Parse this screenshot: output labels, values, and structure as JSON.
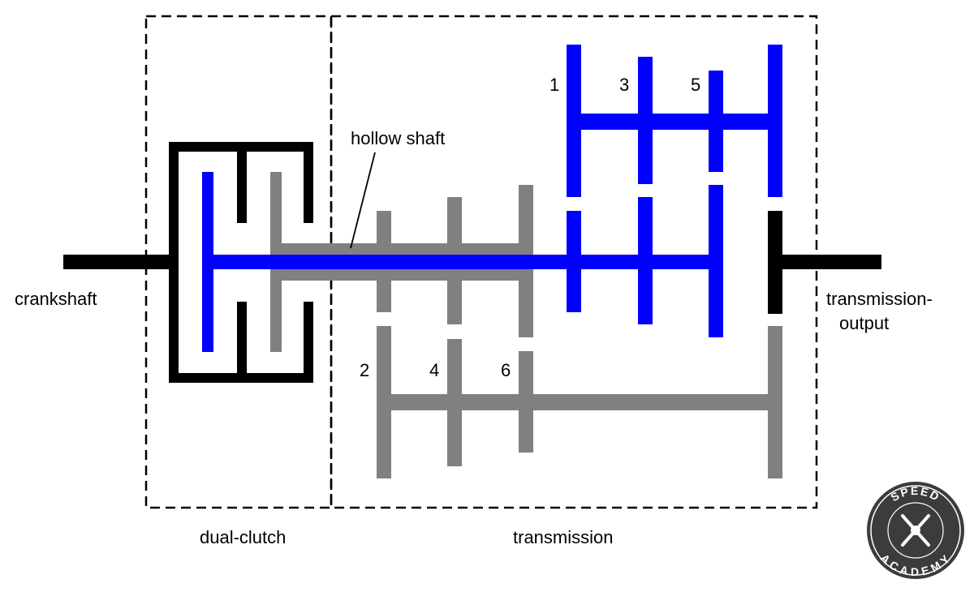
{
  "labels": {
    "hollow_shaft": "hollow shaft",
    "crankshaft": "crankshaft",
    "output_line1": "transmission-",
    "output_line2": "output",
    "dual_clutch": "dual-clutch",
    "transmission": "transmission"
  },
  "gears": {
    "odd": [
      "1",
      "3",
      "5"
    ],
    "even": [
      "2",
      "4",
      "6"
    ]
  },
  "logo": {
    "top": "SPEED",
    "bottom": "ACADEMY"
  },
  "colors": {
    "odd_shaft": "#0000ff",
    "even_shaft": "#808080",
    "housing": "#000000"
  }
}
